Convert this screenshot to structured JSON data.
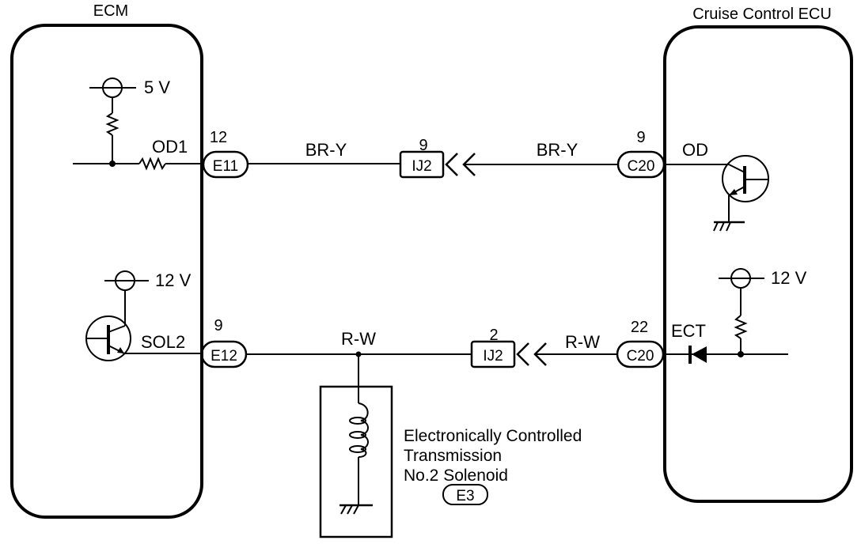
{
  "components": {
    "ecm": {
      "title": "ECM"
    },
    "cruise_ecu": {
      "title": "Cruise Control ECU"
    },
    "solenoid": {
      "desc_lines": [
        "Electronically Controlled",
        "Transmission",
        "No.2 Solenoid"
      ],
      "connector": "E3"
    }
  },
  "circuit_top": {
    "ecm_supply": "5 V",
    "ecm_terminal": "OD1",
    "ecm_connector": {
      "id": "E11",
      "pin": "12"
    },
    "wire_left": "BR-Y",
    "junction": {
      "id": "IJ2",
      "pin": "9"
    },
    "wire_right": "BR-Y",
    "ecu_connector": {
      "id": "C20",
      "pin": "9"
    },
    "ecu_terminal": "OD"
  },
  "circuit_bottom": {
    "ecm_supply": "12 V",
    "ecm_terminal": "SOL2",
    "ecm_connector": {
      "id": "E12",
      "pin": "9"
    },
    "wire_left": "R-W",
    "junction": {
      "id": "IJ2",
      "pin": "2"
    },
    "wire_right": "R-W",
    "ecu_connector": {
      "id": "C20",
      "pin": "22"
    },
    "ecu_terminal": "ECT",
    "ecu_supply": "12 V"
  }
}
